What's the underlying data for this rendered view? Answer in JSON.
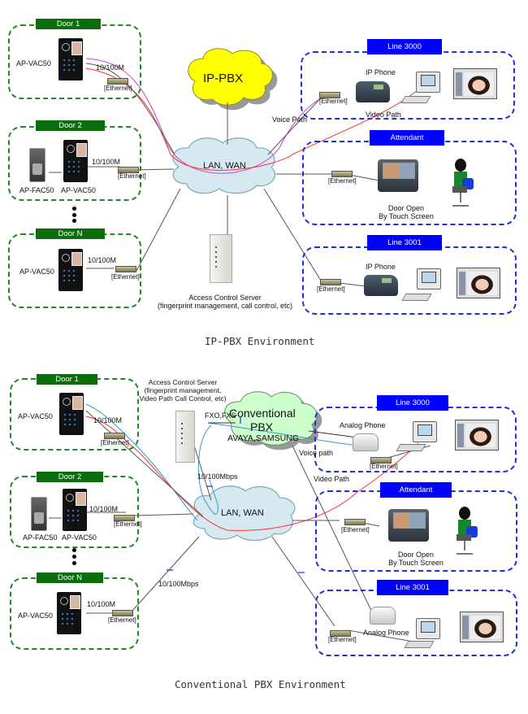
{
  "diagrams": [
    {
      "title": "IP-PBX Environment",
      "pbx_label": "IP-PBX",
      "network_label": "LAN, WAN",
      "doors": [
        {
          "tag": "Door 1",
          "devices": [
            "AP-VAC50"
          ],
          "link_speed": "10/100M",
          "switch_label": "[Ethernet]"
        },
        {
          "tag": "Door 2",
          "devices": [
            "AP-FAC50",
            "AP-VAC50"
          ],
          "link_speed": "10/100M",
          "switch_label": "[Ethernet]"
        },
        {
          "tag": "Door N",
          "devices": [
            "AP-VAC50"
          ],
          "link_speed": "10/100M",
          "switch_label": "[Ethernet]"
        }
      ],
      "server": {
        "label_line1": "Access Control Server",
        "label_line2": "(fingerprint management, call control, etc)"
      },
      "lines": [
        {
          "tag": "Line 3000",
          "phone_label": "IP Phone",
          "switch_label": "[Ethernet]"
        },
        {
          "tag": "Attendant",
          "switch_label": "[Ethernet]",
          "caption_line1": "Door Open",
          "caption_line2": "By Touch Screen"
        },
        {
          "tag": "Line 3001",
          "phone_label": "IP Phone",
          "switch_label": "[Ethernet]"
        }
      ],
      "path_labels": {
        "voice": "Voice Path",
        "video": "Video Path"
      }
    },
    {
      "title": "Conventional PBX Environment",
      "pbx_label_line1": "Conventional",
      "pbx_label_line2": "PBX",
      "pbx_vendors": "AVAYA,SAMSUNG",
      "fxo_label": "FXO,FXS",
      "network_label": "LAN, WAN",
      "doors": [
        {
          "tag": "Door 1",
          "devices": [
            "AP-VAC50"
          ],
          "link_speed": "10/100M",
          "switch_label": "[Ethernet]"
        },
        {
          "tag": "Door 2",
          "devices": [
            "AP-FAC50",
            "AP-VAC50"
          ],
          "link_speed": "10/100M",
          "switch_label": "[Ethernet]"
        },
        {
          "tag": "Door N",
          "devices": [
            "AP-VAC50"
          ],
          "link_speed": "10/100M",
          "switch_label": "[Ethernet]"
        }
      ],
      "server": {
        "label_line1": "Access Control Server",
        "label_line2": "(fingerprint management,",
        "label_line3": "Video Path Call Control, etc)"
      },
      "uplink_speeds": [
        "10/100Mbps",
        "10/100Mbps"
      ],
      "lines": [
        {
          "tag": "Line 3000",
          "phone_label": "Analog Phone",
          "switch_label": "[Ethernet]"
        },
        {
          "tag": "Attendant",
          "switch_label": "[Ethernet]",
          "caption_line1": "Door Open",
          "caption_line2": "By Touch Screen"
        },
        {
          "tag": "Line 3001",
          "phone_label": "Analog Phone",
          "switch_label": "[Ethernet]"
        }
      ],
      "path_labels": {
        "voice": "Voice path",
        "video": "Video Path"
      }
    }
  ],
  "colors": {
    "door_green": "#0b6e0b",
    "line_blue": "#0000ff",
    "pbx_yellow": "#ffff00",
    "pbx_green": "#ccffcc",
    "voice_path": "#cc44cc",
    "video_path": "#ff3333",
    "analog_path": "#3399cc"
  }
}
